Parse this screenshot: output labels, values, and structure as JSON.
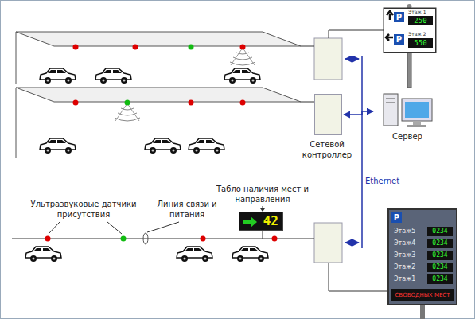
{
  "diagram": {
    "nodes": [
      {
        "text": [
          "P",
          "Этаж 1",
          "250",
          "P",
          "Этаж 2",
          "550"
        ]
      },
      {
        "text": [
          "Сетевой контроллер"
        ]
      },
      {
        "text": [
          "Сервер"
        ]
      },
      {
        "text": [
          "42"
        ]
      },
      {
        "text": [
          "P",
          "Этаж5",
          "0234",
          "Этаж4",
          "0234",
          "Этаж3",
          "0234",
          "Этаж2",
          "0234",
          "Этаж1",
          "0234",
          "СВОБОДНЫХ МЕСТ"
        ]
      }
    ],
    "edges": [
      {
        "from": 1,
        "to": 2,
        "arrow": "both"
      }
    ],
    "labels": [
      "Ультразвуковые датчики присутствия",
      "Линия связи и питания",
      "Табло наличия мест и направления",
      "Ethernet"
    ]
  }
}
